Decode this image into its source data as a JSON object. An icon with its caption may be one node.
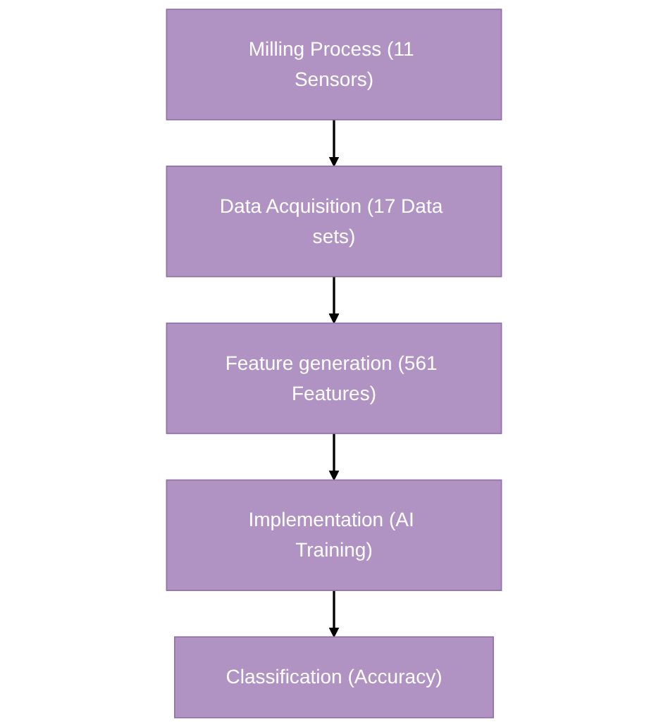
{
  "diagram": {
    "nodes": [
      {
        "text": [
          "Milling Process (11 Sensors)"
        ]
      },
      {
        "text": [
          "Data Acquisition (17 Data sets)"
        ]
      },
      {
        "text": [
          "Feature generation (561 Features)"
        ]
      },
      {
        "text": [
          "Implementation (AI Training)"
        ]
      },
      {
        "text": [
          "Classification (Accuracy)"
        ]
      }
    ],
    "edges": [
      {
        "from": 0,
        "to": 1,
        "arrow": "to"
      },
      {
        "from": 1,
        "to": 2,
        "arrow": "to"
      },
      {
        "from": 2,
        "to": 3,
        "arrow": "to"
      },
      {
        "from": 3,
        "to": 4,
        "arrow": "to"
      }
    ]
  }
}
